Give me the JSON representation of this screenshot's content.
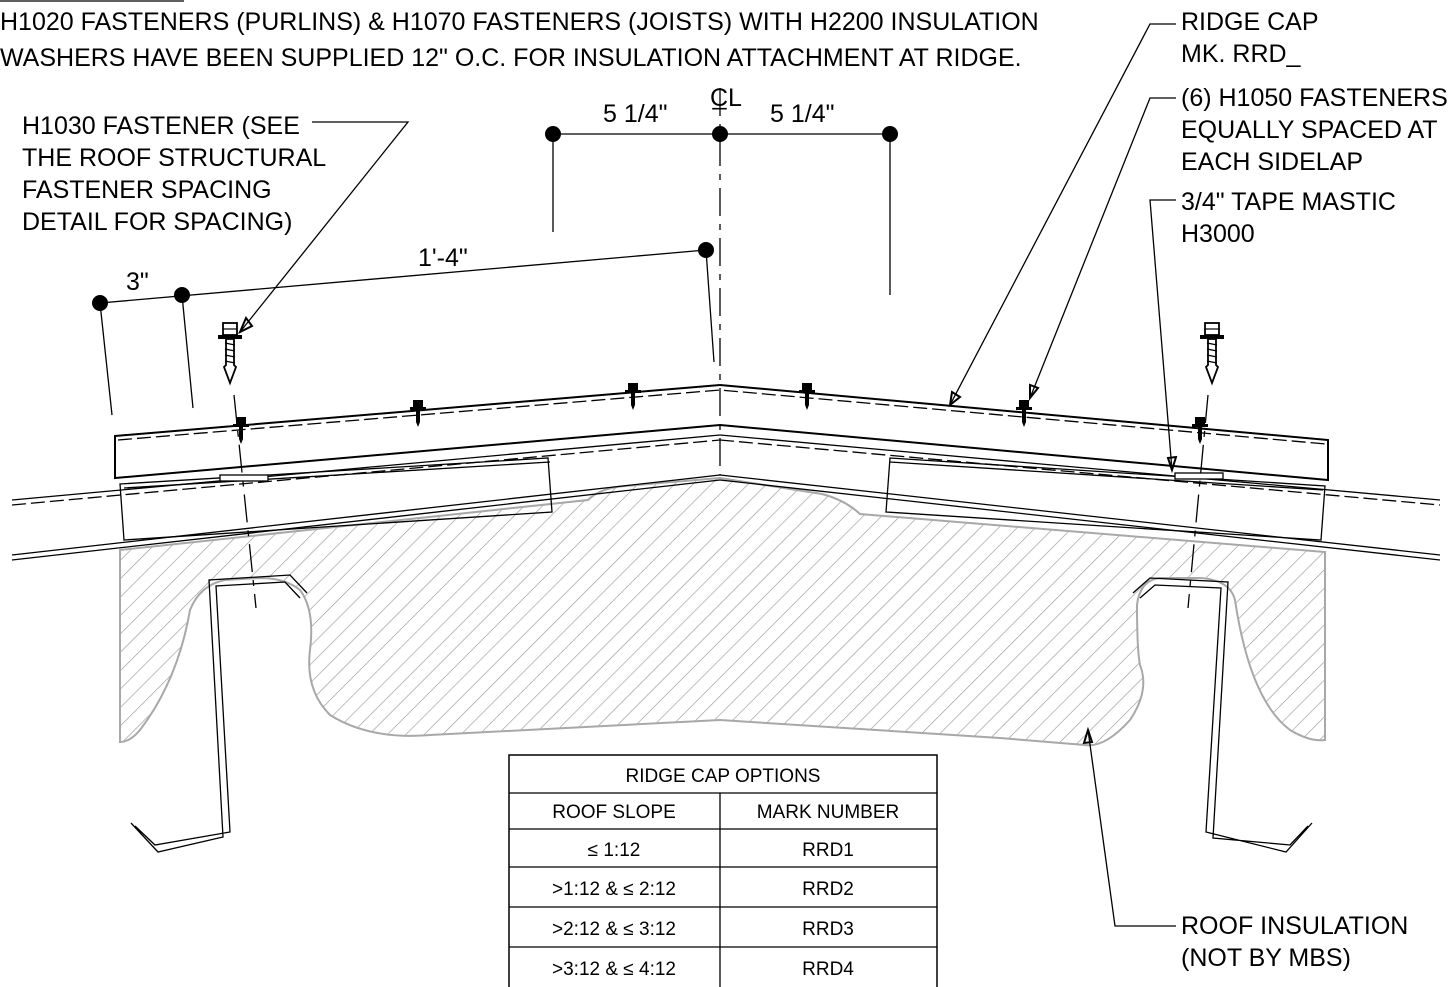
{
  "notes": {
    "general_line1": "H1020 FASTENERS (PURLINS) & H1070 FASTENERS (JOISTS) WITH H2200 INSULATION",
    "general_line2": "WASHERS HAVE BEEN SUPPLIED 12\" O.C. FOR INSULATION ATTACHMENT AT RIDGE.",
    "fastener_h1030": [
      "H1030  FASTENER (SEE",
      "THE ROOF STRUCTURAL",
      "FASTENER SPACING",
      "DETAIL FOR SPACING)"
    ],
    "ridge_cap": [
      "RIDGE CAP",
      "MK. RRD_"
    ],
    "fasteners_h1050": [
      "(6) H1050 FASTENERS",
      "EQUALLY SPACED AT",
      "EACH SIDELAP"
    ],
    "tape_mastic": [
      "3/4\" TAPE MASTIC",
      "H3000"
    ],
    "roof_insulation": [
      "ROOF INSULATION",
      "(NOT BY MBS)"
    ]
  },
  "dimensions": {
    "center_line": "C̲L",
    "left_half": "5 1/4\"",
    "right_half": "5 1/4\"",
    "slope_length": "1'-4\"",
    "edge_offset": "3\""
  },
  "table": {
    "title": "RIDGE CAP OPTIONS",
    "headers": [
      "ROOF SLOPE",
      "MARK NUMBER"
    ],
    "rows": [
      [
        "≤ 1:12",
        "RRD1"
      ],
      [
        ">1:12  &  ≤ 2:12",
        "RRD2"
      ],
      [
        ">2:12  &  ≤ 3:12",
        "RRD3"
      ],
      [
        ">3:12  &  ≤ 4:12",
        "RRD4"
      ]
    ]
  }
}
